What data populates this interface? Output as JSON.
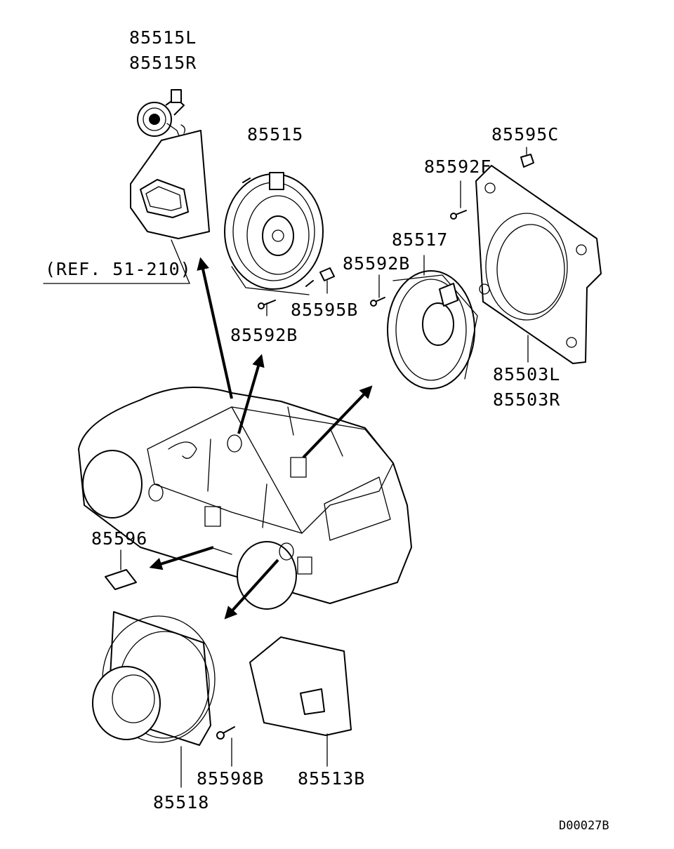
{
  "labels": {
    "l85515L": "85515L",
    "l85515R": "85515R",
    "l85515": "85515",
    "l85595C": "85595C",
    "l85592F": "85592F",
    "l85517": "85517",
    "l85592B_a": "85592B",
    "l85595B": "85595B",
    "l85592B_b": "85592B",
    "l85503L": "85503L",
    "l85503R": "85503R",
    "ref": "(REF. 51-210)",
    "l85596": "85596",
    "l85598B": "85598B",
    "l85513B": "85513B",
    "l85518": "85518",
    "code": "D00027B"
  }
}
